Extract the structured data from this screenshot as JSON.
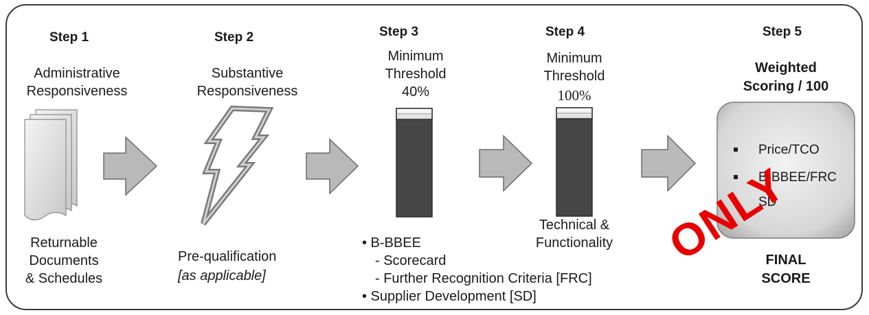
{
  "steps": [
    {
      "title": "Step 1",
      "line1": "Administrative",
      "line2": "Responsiveness",
      "bottom1": "Returnable",
      "bottom2": "Documents",
      "bottom3": "& Schedules"
    },
    {
      "title": "Step 2",
      "line1": "Substantive",
      "line2": "Responsiveness",
      "bottom1": "Pre-qualification",
      "bottom2": "[as applicable]"
    },
    {
      "title": "Step 3",
      "line1": "Minimum",
      "line2": "Threshold",
      "threshold": "40%",
      "bullet1": "• B-BBEE",
      "sub1": "- Scorecard",
      "sub2": "- Further Recognition Criteria [FRC]",
      "bullet2": "• Supplier Development [SD]"
    },
    {
      "title": "Step 4",
      "line1": "Minimum",
      "line2": "Threshold",
      "threshold": "100%",
      "bottom1": "Technical &",
      "bottom2": "Functionality"
    },
    {
      "title": "Step 5",
      "line1": "Weighted",
      "line2": "Scoring / 100",
      "items": [
        "Price/TCO",
        "B-BBEE/FRC",
        "SD"
      ],
      "final1": "FINAL",
      "final2": "SCORE"
    }
  ],
  "watermark": "ONLY",
  "colors": {
    "arrow_fill": "#b9b9b9",
    "bar_fill": "#474747",
    "watermark": "#e80000"
  }
}
